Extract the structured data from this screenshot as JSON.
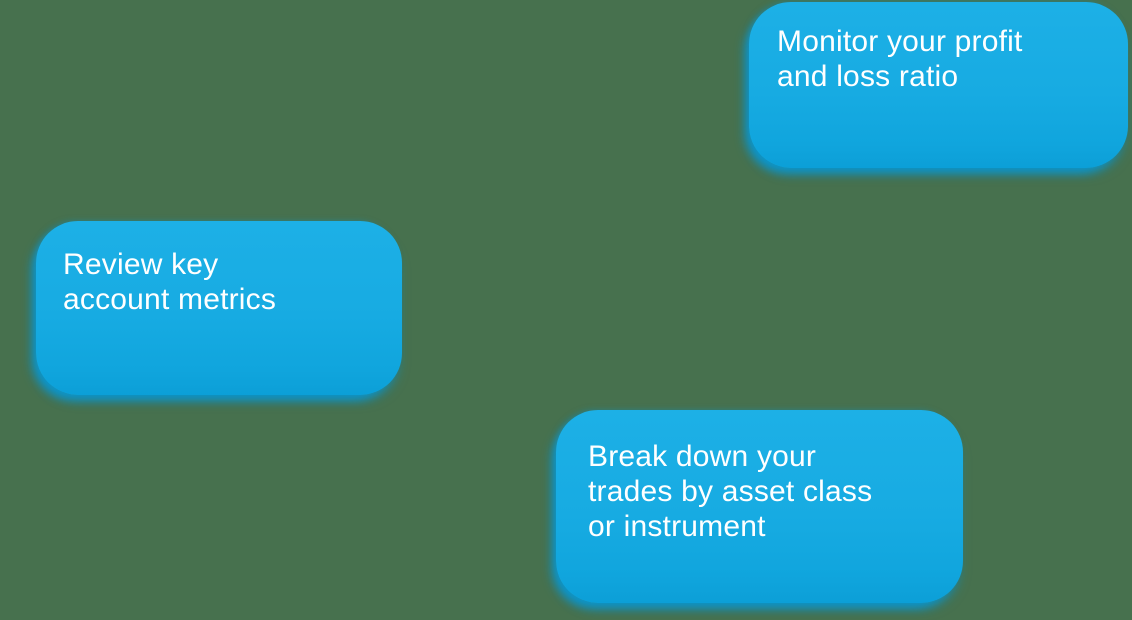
{
  "colors": {
    "background": "#47714E",
    "callout_fill": "#16ACE3",
    "callout_fill_bottom": "#0C9FD7",
    "callout_back_layer": "#0C9CD4",
    "text": "#FFFFFF"
  },
  "callouts": [
    {
      "id": "monitor-pnl",
      "text": "Monitor your profit and loss ratio",
      "lines": [
        "Monitor your profit",
        "and loss ratio"
      ]
    },
    {
      "id": "review-metrics",
      "text": "Review key account metrics",
      "lines": [
        "Review key",
        "account metrics"
      ]
    },
    {
      "id": "breakdown-trades",
      "text": "Break down your trades by asset class or instrument",
      "lines": [
        "Break down your",
        "trades by asset class",
        "or instrument"
      ]
    }
  ]
}
